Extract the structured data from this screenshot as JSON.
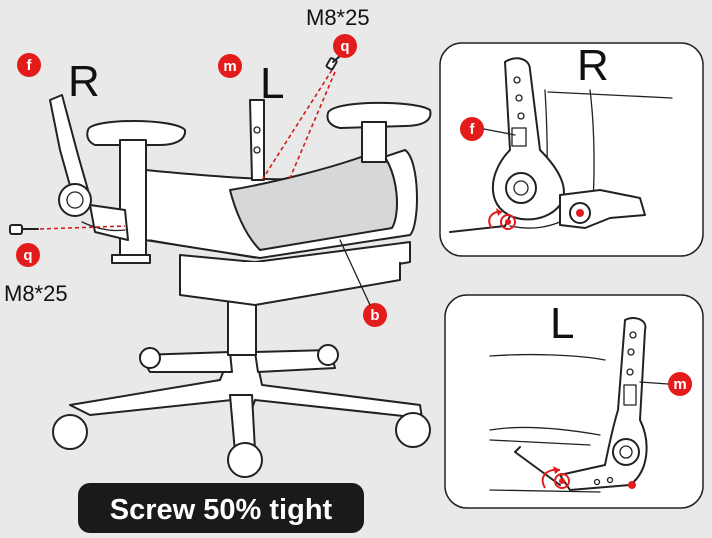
{
  "labels": {
    "main_r": "R",
    "main_l": "L",
    "inset_r": "R",
    "inset_l": "L",
    "screw_top": "M8*25",
    "screw_left": "M8*25"
  },
  "callouts": {
    "f_main": "f",
    "m_main": "m",
    "q_top": "q",
    "q_left": "q",
    "b_seat": "b",
    "f_inset": "f",
    "m_inset": "m"
  },
  "banner": "Screw 50% tight",
  "colors": {
    "background": "#e9e9e9",
    "callout": "#e31b1b",
    "banner": "#1a1a1a",
    "panel": "#ffffff"
  },
  "icons": [
    "chair-illustration",
    "mechanism-bracket-right",
    "mechanism-bracket-left",
    "screw-icon",
    "rotate-arrow-icon"
  ]
}
